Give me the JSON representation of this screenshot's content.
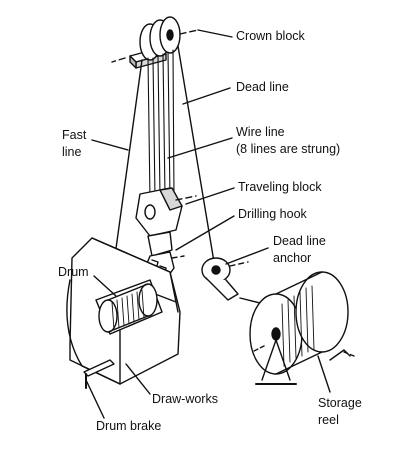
{
  "labels": {
    "crown_block": "Crown block",
    "dead_line": "Dead line",
    "fast_line_1": "Fast",
    "fast_line_2": "line",
    "wire_line_1": "Wire line",
    "wire_line_2": "(8 lines are strung)",
    "traveling_block": "Traveling block",
    "drilling_hook": "Drilling hook",
    "dead_line_anchor_1": "Dead line",
    "dead_line_anchor_2": "anchor",
    "drum": "Drum",
    "draw_works": "Draw-works",
    "drum_brake": "Drum brake",
    "storage_reel_1": "Storage",
    "storage_reel_2": "reel"
  },
  "colors": {
    "ink": "#111111",
    "background": "#ffffff",
    "shade": "#d8d8d8"
  }
}
